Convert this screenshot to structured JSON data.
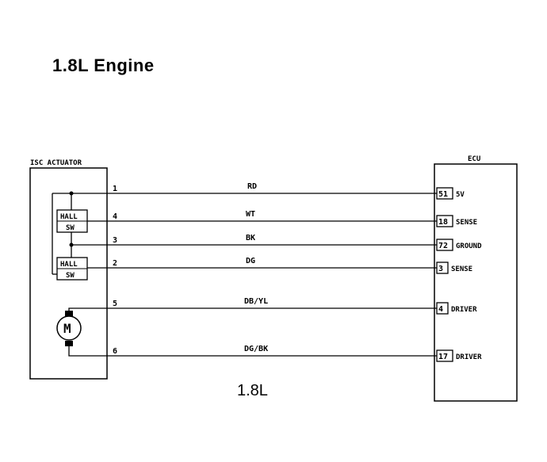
{
  "title": "1.8L Engine",
  "subtitle": "1.8L",
  "left_box": {
    "label": "ISC ACTUATOR",
    "hall_label": "HALL",
    "sw_label": "SW",
    "motor_label": "M"
  },
  "right_box": {
    "label": "ECU"
  },
  "wires": [
    {
      "pin_left": "1",
      "color": "RD",
      "pin_right": "51",
      "function": "5V"
    },
    {
      "pin_left": "4",
      "color": "WT",
      "pin_right": "18",
      "function": "SENSE"
    },
    {
      "pin_left": "3",
      "color": "BK",
      "pin_right": "72",
      "function": "GROUND"
    },
    {
      "pin_left": "2",
      "color": "DG",
      "pin_right": "3",
      "function": "SENSE"
    },
    {
      "pin_left": "5",
      "color": "DB/YL",
      "pin_right": "4",
      "function": "DRIVER"
    },
    {
      "pin_left": "6",
      "color": "DG/BK",
      "pin_right": "17",
      "function": "DRIVER"
    }
  ]
}
